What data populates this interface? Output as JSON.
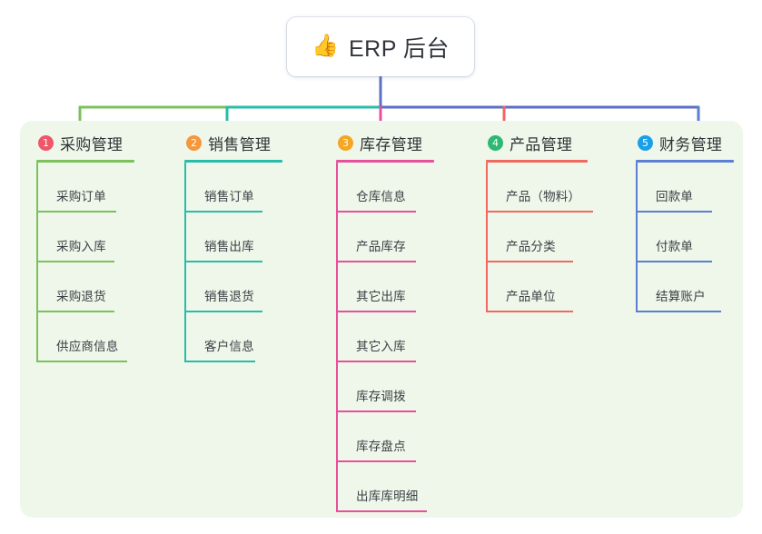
{
  "diagram": {
    "type": "mind-map",
    "background_color": "#ffffff",
    "panel_color": "#eef7e9",
    "root": {
      "icon": "thumbs-up-icon",
      "icon_glyph": "👍",
      "label": "ERP 后台"
    },
    "connector_colors": {
      "trunk": "#5b6fc4",
      "bus_left": "#7cc15b",
      "bus_mid": "#27bdaa",
      "bus_right": "#5b6fc4"
    },
    "columns": [
      {
        "number": "1",
        "badge_color": "#f0566a",
        "title": "采购管理",
        "accent": "#7cc15b",
        "drop_color": "#7cc15b",
        "items": [
          "采购订单",
          "采购入库",
          "采购退货",
          "供应商信息"
        ]
      },
      {
        "number": "2",
        "badge_color": "#f5973d",
        "title": "销售管理",
        "accent": "#27bdaa",
        "drop_color": "#27bdaa",
        "items": [
          "销售订单",
          "销售出库",
          "销售退货",
          "客户信息"
        ]
      },
      {
        "number": "3",
        "badge_color": "#f5a623",
        "title": "库存管理",
        "accent": "#e8509b",
        "drop_color": "#e8509b",
        "items": [
          "仓库信息",
          "产品库存",
          "其它出库",
          "其它入库",
          "库存调拨",
          "库存盘点",
          "出库库明细"
        ]
      },
      {
        "number": "4",
        "badge_color": "#2eb872",
        "title": "产品管理",
        "accent": "#f2675f",
        "drop_color": "#f2675f",
        "items": [
          "产品（物料）",
          "产品分类",
          "产品单位"
        ]
      },
      {
        "number": "5",
        "badge_color": "#1ba0e8",
        "title": "财务管理",
        "accent": "#5b7fd4",
        "drop_color": "#5b7fd4",
        "items": [
          "回款单",
          "付款单",
          "结算账户"
        ]
      }
    ]
  }
}
